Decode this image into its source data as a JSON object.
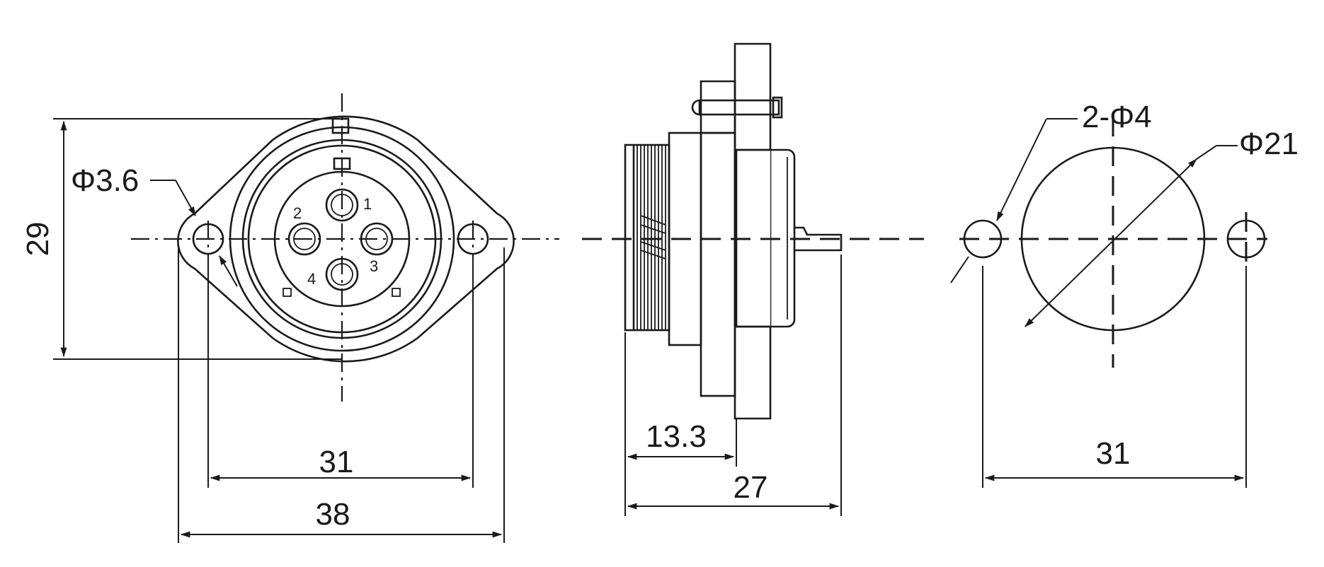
{
  "front_view": {
    "height_dim": "29",
    "hole_dim": "Φ3.6",
    "hole_spacing_dim": "31",
    "overall_width_dim": "38",
    "pins": [
      "1",
      "2",
      "3",
      "4"
    ]
  },
  "side_view": {
    "thread_length_dim": "13.3",
    "overall_length_dim": "27"
  },
  "cutout_view": {
    "mounting_holes_dim": "2-Φ4",
    "panel_hole_dim": "Φ21",
    "hole_spacing_dim": "31"
  }
}
